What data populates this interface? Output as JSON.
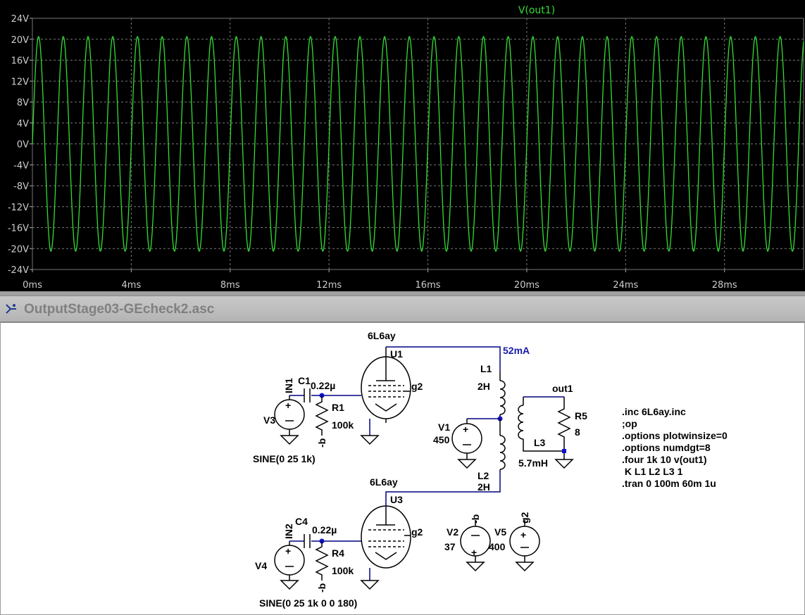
{
  "waveform": {
    "trace_label": "V(out1)",
    "trace_color": "#33dd33",
    "background_color": "#000000",
    "grid_color": "#777777"
  },
  "chart_data": {
    "type": "line",
    "title": "V(out1)",
    "x_ticks": [
      "0ms",
      "4ms",
      "8ms",
      "12ms",
      "16ms",
      "20ms",
      "24ms",
      "28ms"
    ],
    "y_ticks": [
      "24V",
      "20V",
      "16V",
      "12V",
      "8V",
      "4V",
      "0V",
      "-4V",
      "-8V",
      "-12V",
      "-16V",
      "-20V",
      "-24V"
    ],
    "xlim_ms": [
      0,
      31.2
    ],
    "ylim_v": [
      -24,
      24
    ],
    "series": [
      {
        "name": "V(out1)",
        "amplitude_v": 20.5,
        "frequency_hz": 1000,
        "color": "#33dd33"
      }
    ]
  },
  "window": {
    "title": "OutputStage03-GEcheck2.asc",
    "icon": "schematic-icon"
  },
  "schematic": {
    "tube_u1_model": "6L6ay",
    "tube_u1_name": "U1",
    "tube_u3_model": "6L6ay",
    "tube_u3_name": "U3",
    "g2_label_top": "g2",
    "g2_label_bottom": "g2",
    "current_annotation": "52mA",
    "l1_name": "L1",
    "l1_value": "2H",
    "l2_name": "L2",
    "l2_value": "2H",
    "l3_name": "L3",
    "l3_value": "5.7mH",
    "out_net": "out1",
    "r5_name": "R5",
    "r5_value": "8",
    "v1_name": "V1",
    "v1_value": "450",
    "v2_name": "V2",
    "v2_value": "37",
    "v5_name": "V5",
    "v5_value": "400",
    "v3_name": "V3",
    "v3_spec": "SINE(0 25 1k)",
    "v4_name": "V4",
    "v4_spec": "SINE(0 25 1k 0 0 180)",
    "in1_net": "IN1",
    "in2_net": "IN2",
    "c1_name": "C1",
    "c1_value": "0.22µ",
    "c4_name": "C4",
    "c4_value": "0.22µ",
    "r1_name": "R1",
    "r1_value": "100k",
    "r4_name": "R4",
    "r4_value": "100k",
    "neg_b_r1": "-b",
    "neg_b_r4": "-b",
    "neg_b_v2": "-b",
    "g2_v5": "g2",
    "directives": [
      ".inc 6L6ay.inc",
      ";op",
      ".options plotwinsize=0",
      ".options numdgt=8",
      ".four 1k 10 v(out1)",
      " K L1 L2 L3 1",
      ".tran 0 100m 60m 1u"
    ]
  }
}
